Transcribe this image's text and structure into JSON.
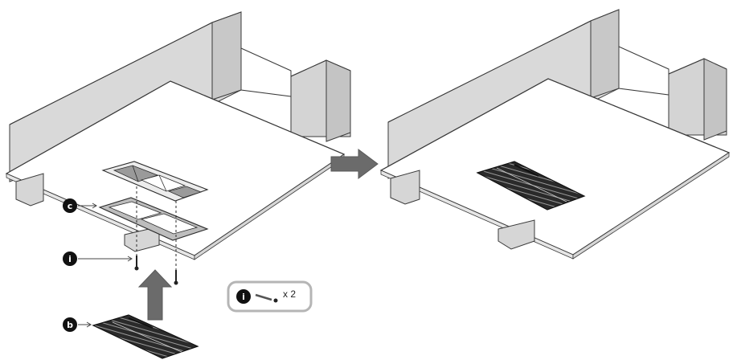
{
  "callouts": {
    "c": "c",
    "i": "i",
    "b": "b"
  },
  "legend": {
    "part_label": "i",
    "quantity": "x 2"
  },
  "colors": {
    "wall": "#d9d9d9",
    "wall_dark": "#c4c4c4",
    "panel": "#ffffff",
    "stroke": "#3a3a3a",
    "arrow": "#6b6b6b",
    "grille": "#1f1f1f",
    "marker": "#111111"
  }
}
